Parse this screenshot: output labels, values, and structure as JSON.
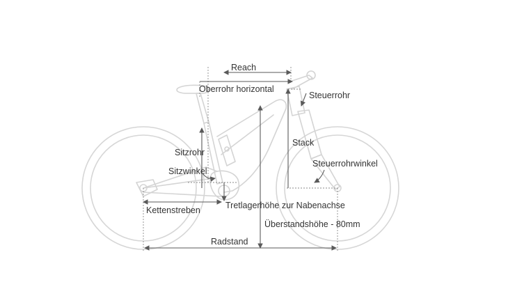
{
  "labels": {
    "reach": "Reach",
    "top_tube": "Oberrohr horizontal",
    "head_tube": "Steuerrohr",
    "stack": "Stack",
    "seat_tube": "Sitzrohr",
    "seat_angle": "Sitzwinkel",
    "head_angle": "Steuerrohrwinkel",
    "chainstay": "Kettenstreben",
    "bb_drop": "Tretlagerhöhe zur Nabenachse",
    "standover": "Überstandshöhe - 80mm",
    "wheelbase": "Radstand"
  },
  "colors": {
    "bike_line": "#d4d4d4",
    "dimension_line": "#5a5a5a",
    "text": "#333333"
  }
}
